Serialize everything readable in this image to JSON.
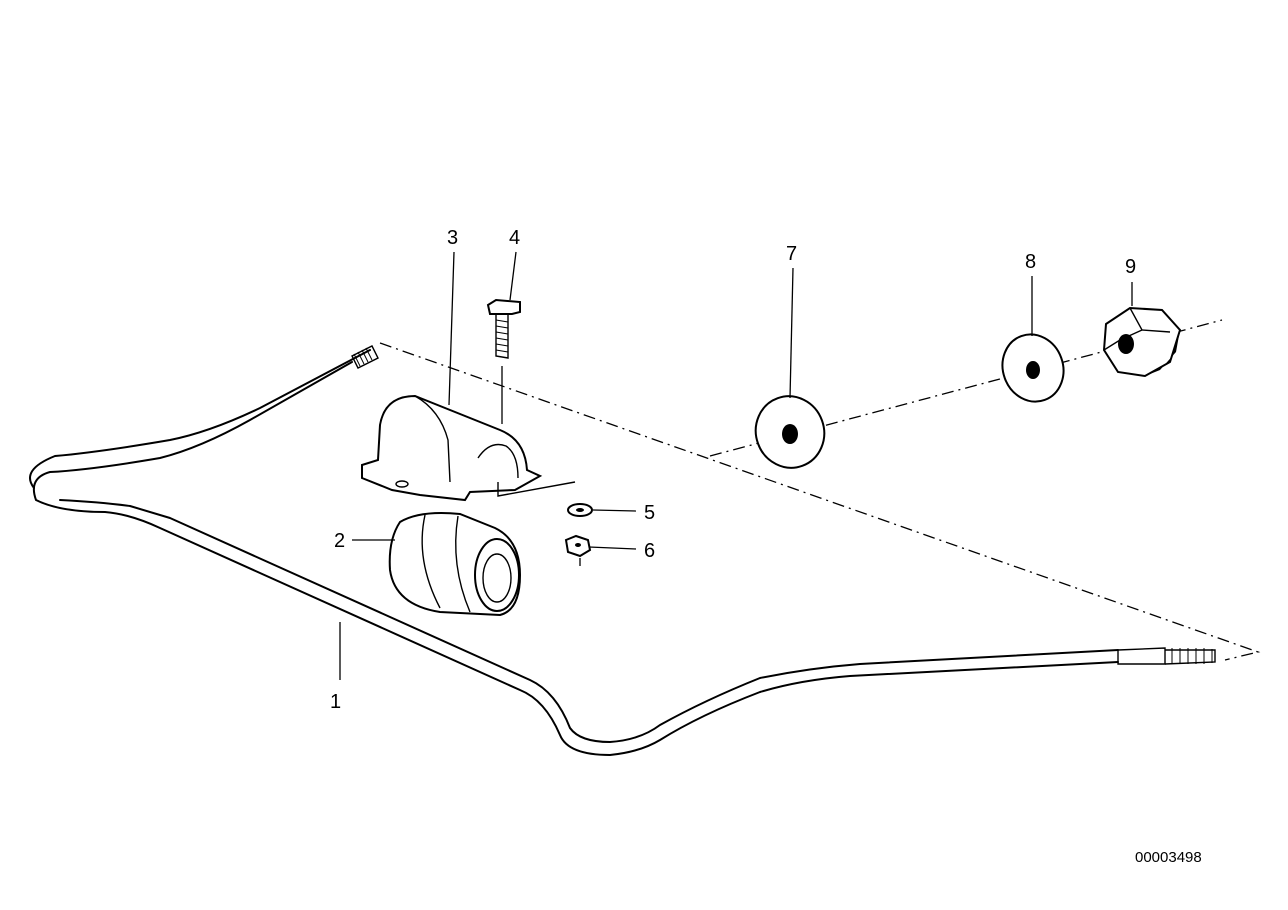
{
  "diagram": {
    "callouts": [
      {
        "id": "1",
        "label": "1"
      },
      {
        "id": "2",
        "label": "2"
      },
      {
        "id": "3",
        "label": "3"
      },
      {
        "id": "4",
        "label": "4"
      },
      {
        "id": "5",
        "label": "5"
      },
      {
        "id": "6",
        "label": "6"
      },
      {
        "id": "7",
        "label": "7"
      },
      {
        "id": "8",
        "label": "8"
      },
      {
        "id": "9",
        "label": "9"
      }
    ],
    "document_id": "00003498"
  }
}
